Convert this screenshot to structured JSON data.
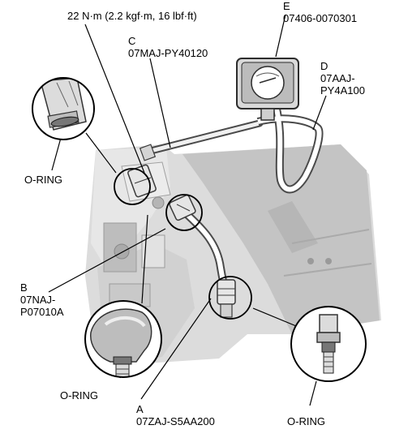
{
  "torque": "22 N·m (2.2 kgf·m, 16 lbf·ft)",
  "callouts": {
    "a": {
      "letter": "A",
      "part": "07ZAJ-S5AA200"
    },
    "b": {
      "letter": "B",
      "part_line1": "07NAJ-",
      "part_line2": "P07010A"
    },
    "c": {
      "letter": "C",
      "part": "07MAJ-PY40120"
    },
    "d": {
      "letter": "D",
      "part_line1": "07AAJ-",
      "part_line2": "PY4A100"
    },
    "e": {
      "letter": "E",
      "part": "07406-0070301"
    }
  },
  "oring_labels": [
    "O-RING",
    "O-RING",
    "O-RING"
  ]
}
